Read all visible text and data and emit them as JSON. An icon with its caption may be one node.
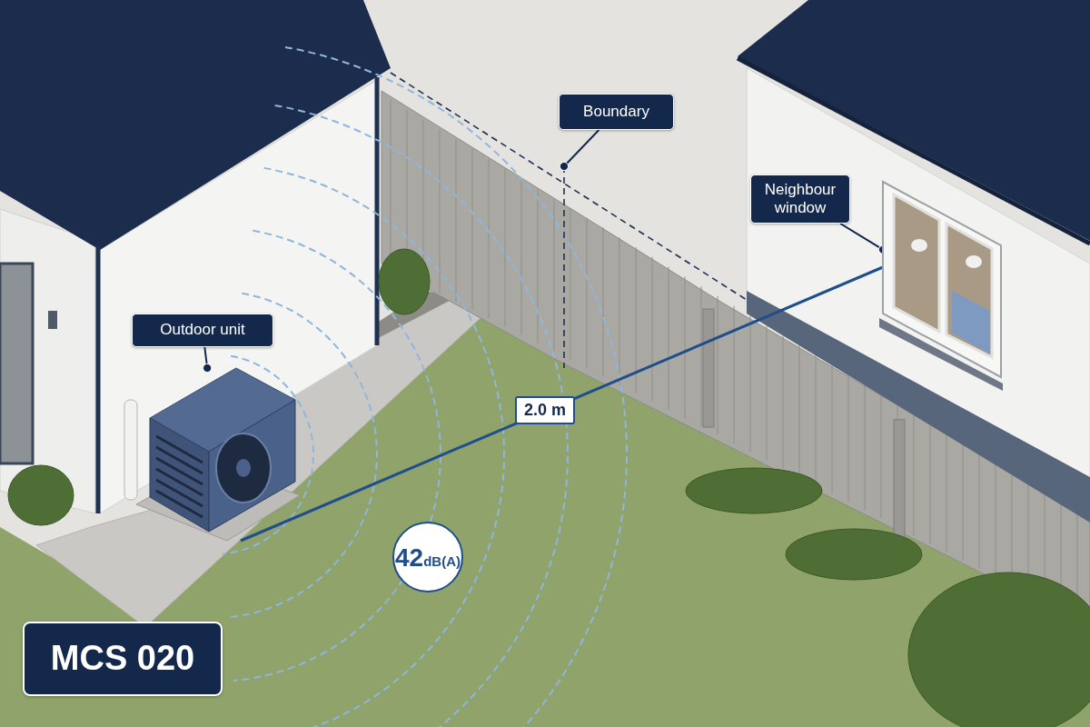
{
  "diagram": {
    "nodes": [
      {
        "text": [
          "Boundary"
        ]
      },
      {
        "text": [
          "Neighbour window"
        ]
      },
      {
        "text": [],
        "shape": "picture"
      },
      {
        "text": [
          "Outdoor unit"
        ]
      },
      {
        "text": [],
        "shape": "picture"
      },
      {
        "text": [
          "42",
          "dB(A)"
        ]
      },
      {
        "text": [
          "MCS 020"
        ]
      }
    ],
    "edges": [
      {
        "from": 0,
        "to": null,
        "arrow": "other"
      },
      {
        "from": 1,
        "to": 2,
        "arrow": "other"
      },
      {
        "from": 3,
        "to": 4,
        "arrow": "other"
      }
    ],
    "labels": [
      "2.0 m"
    ]
  }
}
